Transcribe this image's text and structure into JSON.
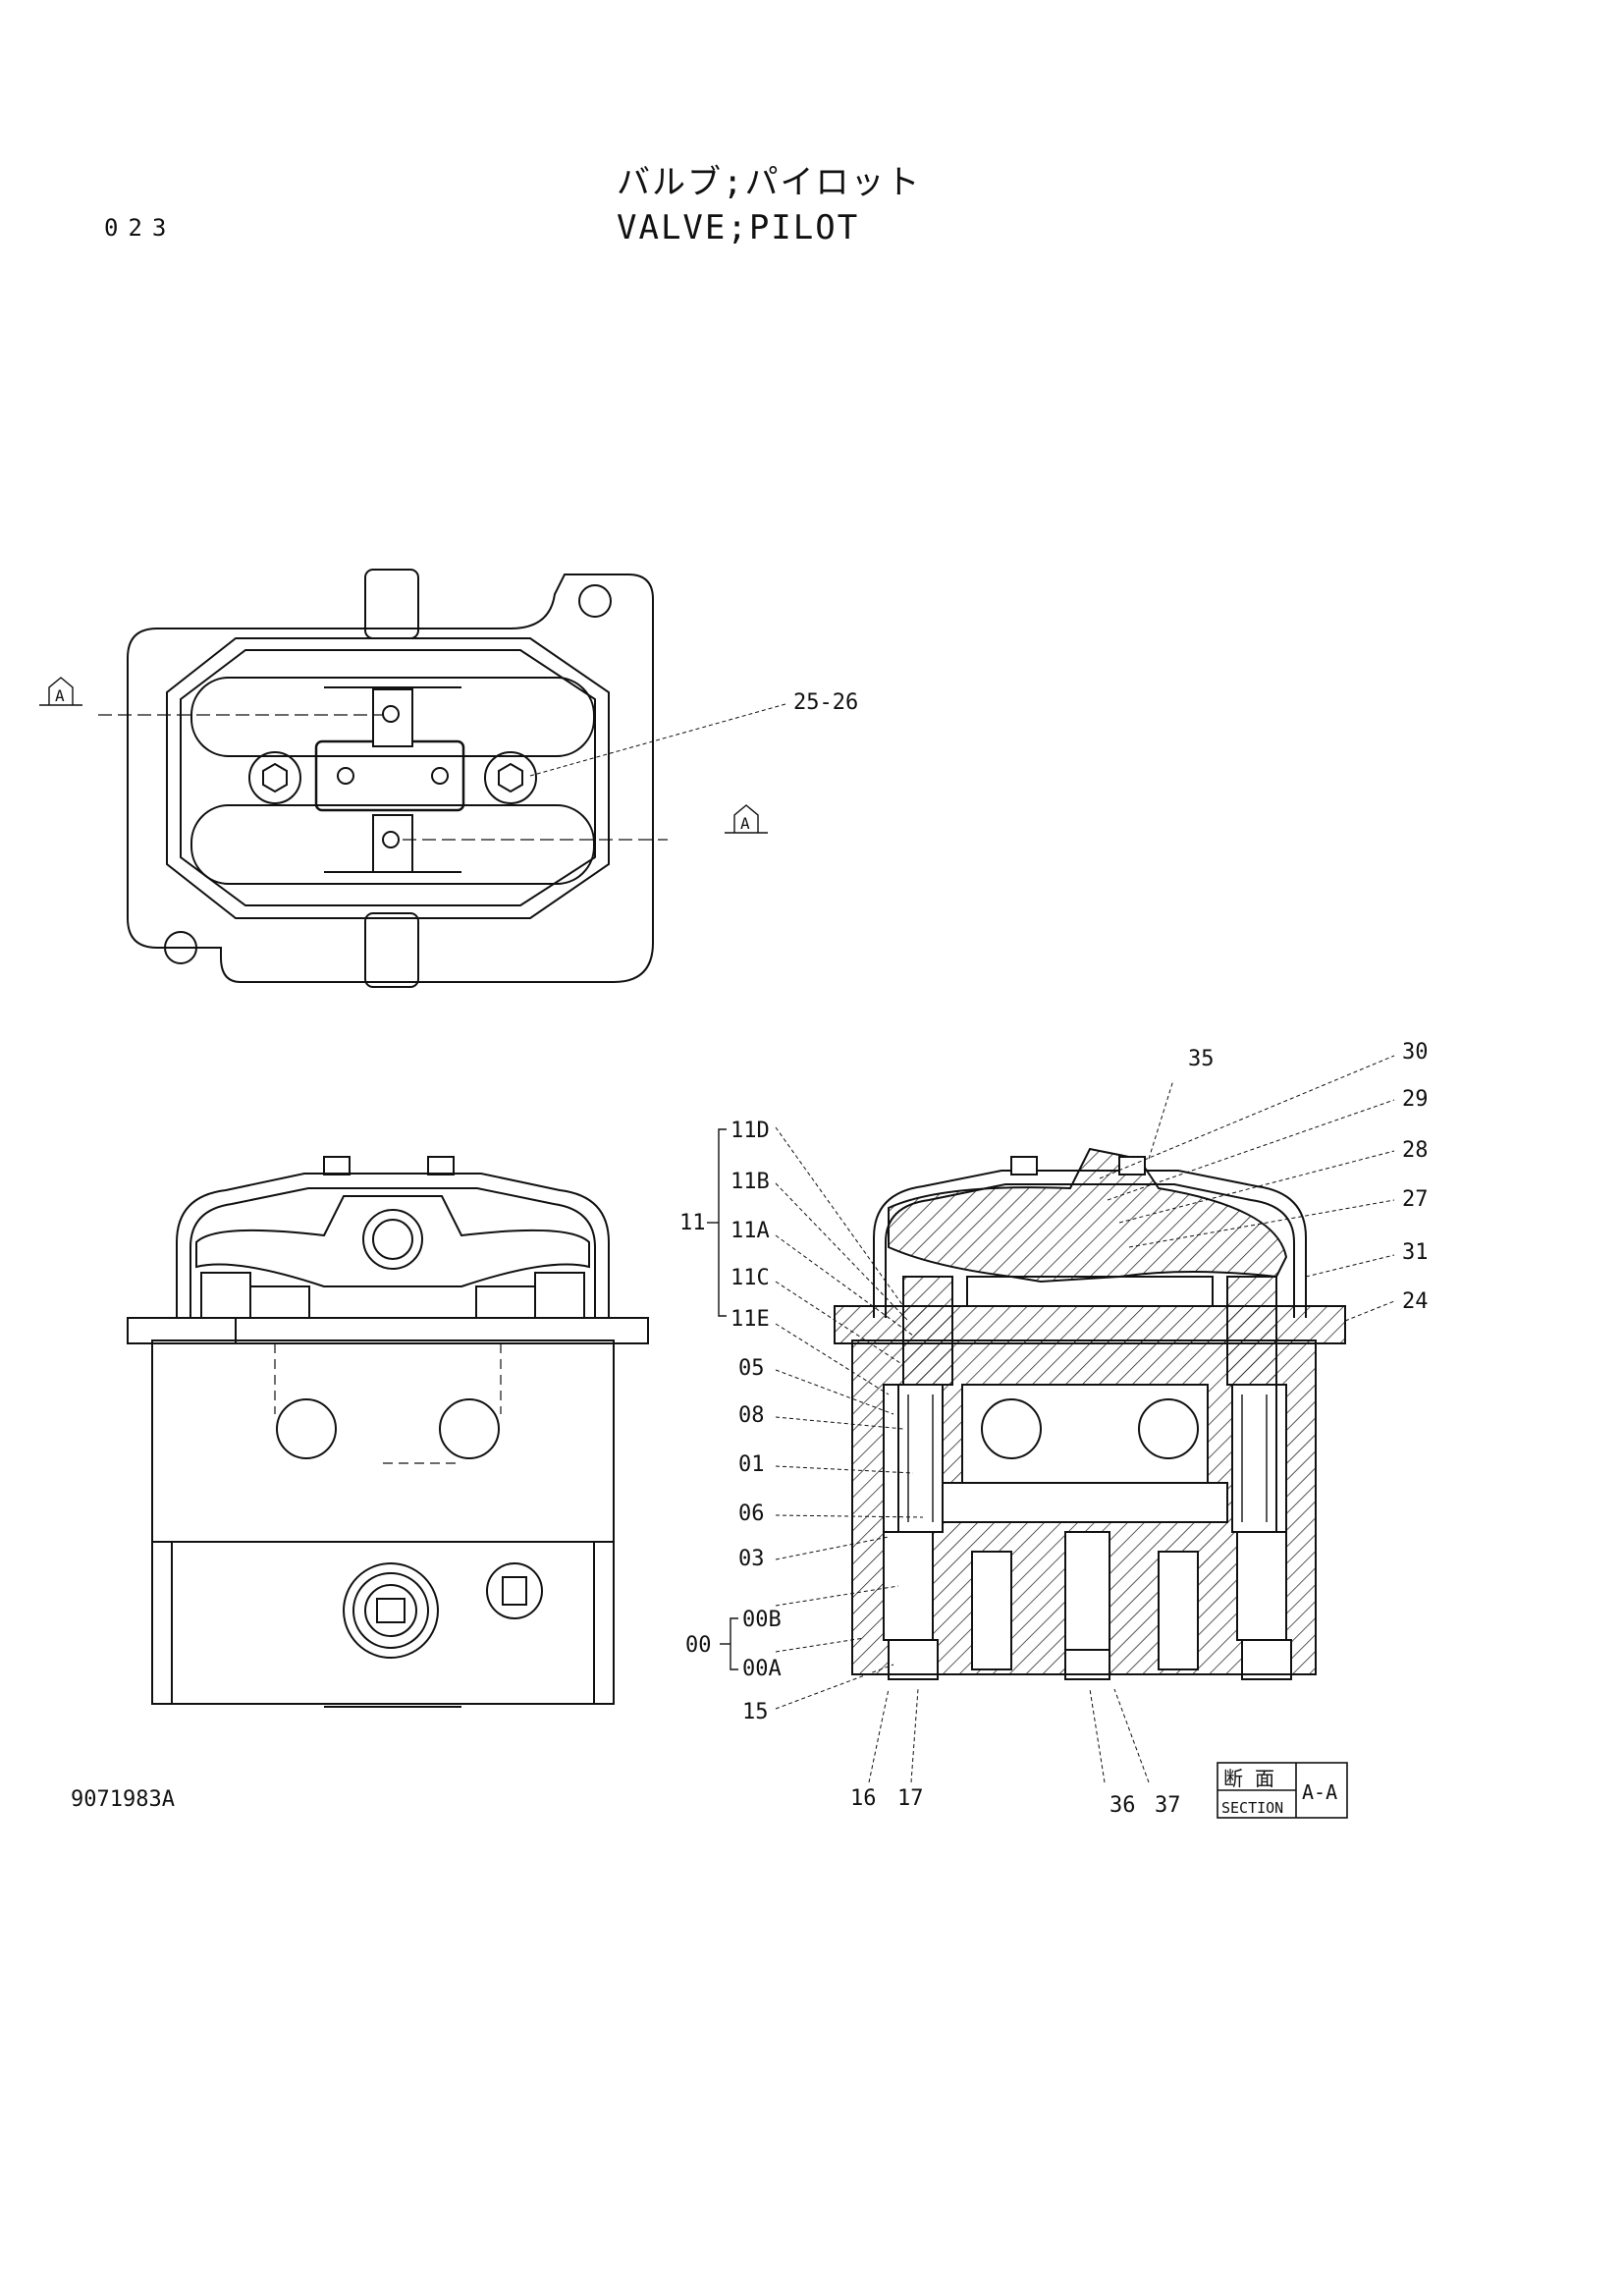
{
  "header": {
    "page_number": "023",
    "title_jp": "バルブ;パイロット",
    "title_en": "VALVE;PILOT"
  },
  "footer": {
    "drawing_number": "9071983A"
  },
  "section_markers": {
    "left": "A",
    "right": "A"
  },
  "section_label": {
    "jp": "断 面",
    "en": "SECTION",
    "id": "A-A"
  },
  "callouts": {
    "c25_26": "25-26",
    "c35": "35",
    "c30": "30",
    "c29": "29",
    "c28": "28",
    "c27": "27",
    "c31": "31",
    "c24": "24",
    "c11D": "11D",
    "c11B": "11B",
    "c11": "11",
    "c11A": "11A",
    "c11C": "11C",
    "c11E": "11E",
    "c05": "05",
    "c08": "08",
    "c01": "01",
    "c06": "06",
    "c03": "03",
    "c00": "00",
    "c00B": "00B",
    "c00A": "00A",
    "c15": "15",
    "c16": "16",
    "c17": "17",
    "c36": "36",
    "c37": "37"
  },
  "colors": {
    "ink": "#111111",
    "paper": "#ffffff"
  }
}
